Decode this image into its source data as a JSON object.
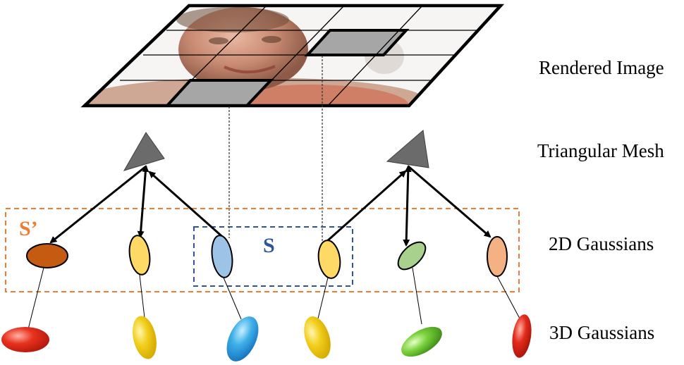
{
  "labels": {
    "rendered_image": "Rendered Image",
    "triangular_mesh": "Triangular Mesh",
    "gaussians_2d": "2D Gaussians",
    "gaussians_3d": "3D Gaussians"
  },
  "sets": {
    "s_prime": "S’",
    "s": "S"
  },
  "colors": {
    "s_prime_box": "#ed7d31",
    "s_box": "#2f5597",
    "mesh_triangle": "#6b6b6b",
    "highlight_cell": "#a6a6a6",
    "gaussian_2d": [
      "#c55a11",
      "#ffd966",
      "#9dc3e6",
      "#ffd966",
      "#a9d18e",
      "#f4b183"
    ],
    "gaussian_3d": [
      "#e8321e",
      "#f2cf1d",
      "#3fb0e8",
      "#f2cf1d",
      "#7ad13c",
      "#e32b1c"
    ]
  }
}
